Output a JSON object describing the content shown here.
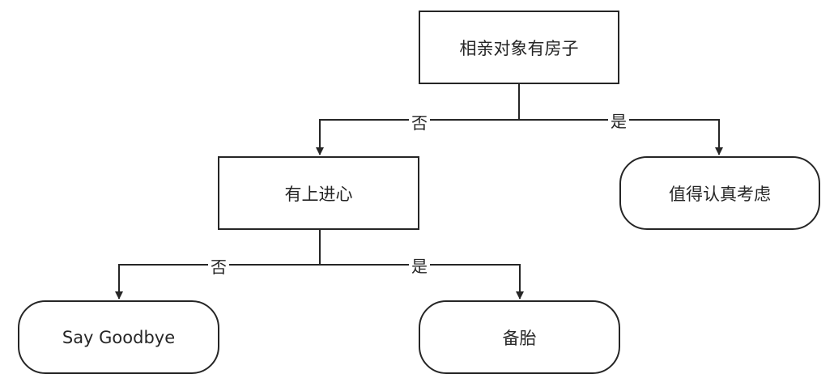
{
  "nodes": {
    "root": "相亲对象有房子",
    "ambition": "有上进心",
    "worth": "值得认真考虑",
    "goodbye": "Say Goodbye",
    "backup": "备胎"
  },
  "edges": {
    "root_no": "否",
    "root_yes": "是",
    "ambition_no": "否",
    "ambition_yes": "是"
  },
  "colors": {
    "stroke": "#262626",
    "background": "#ffffff"
  }
}
